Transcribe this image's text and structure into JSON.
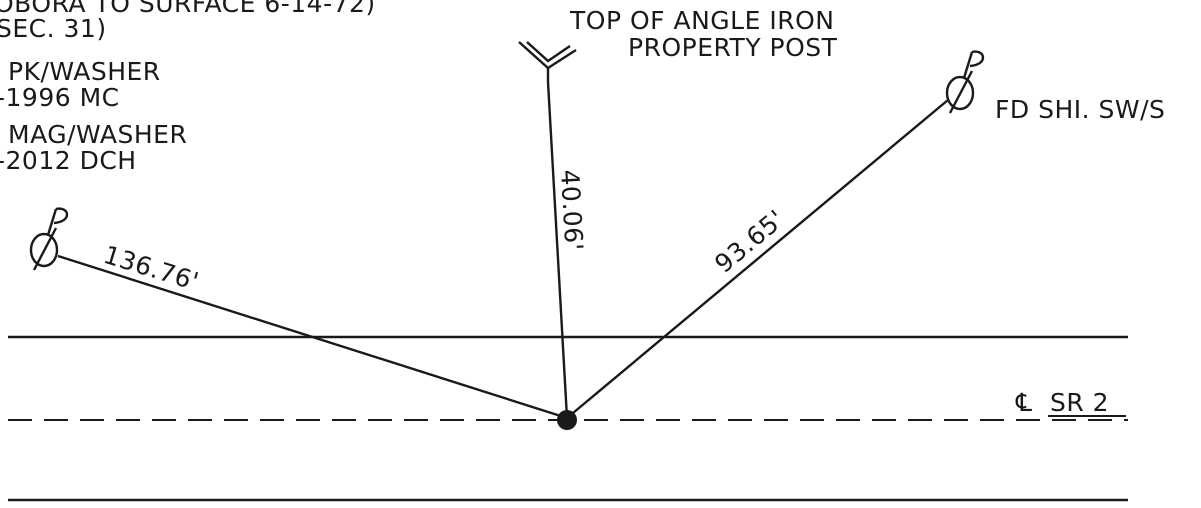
{
  "notes": {
    "line1": "OBORA TO SURFACE 6-14-72)",
    "line2": "SEC. 31)",
    "line3": "PK/WASHER",
    "line4": "-1996 MC",
    "line5": "MAG/WASHER",
    "line6": "-2012 DCH"
  },
  "labels": {
    "post_line1": "TOP OF ANGLE IRON",
    "post_line2": "PROPERTY POST",
    "right_mark": "FD SHI. SW/S",
    "centerline": "SR 2",
    "centerline_symbol": "℄"
  },
  "distances": {
    "left": "136.76'",
    "center": "40.06'",
    "right": "93.65'"
  },
  "colors": {
    "ink": "#1a1a1a",
    "background": "#ffffff"
  }
}
